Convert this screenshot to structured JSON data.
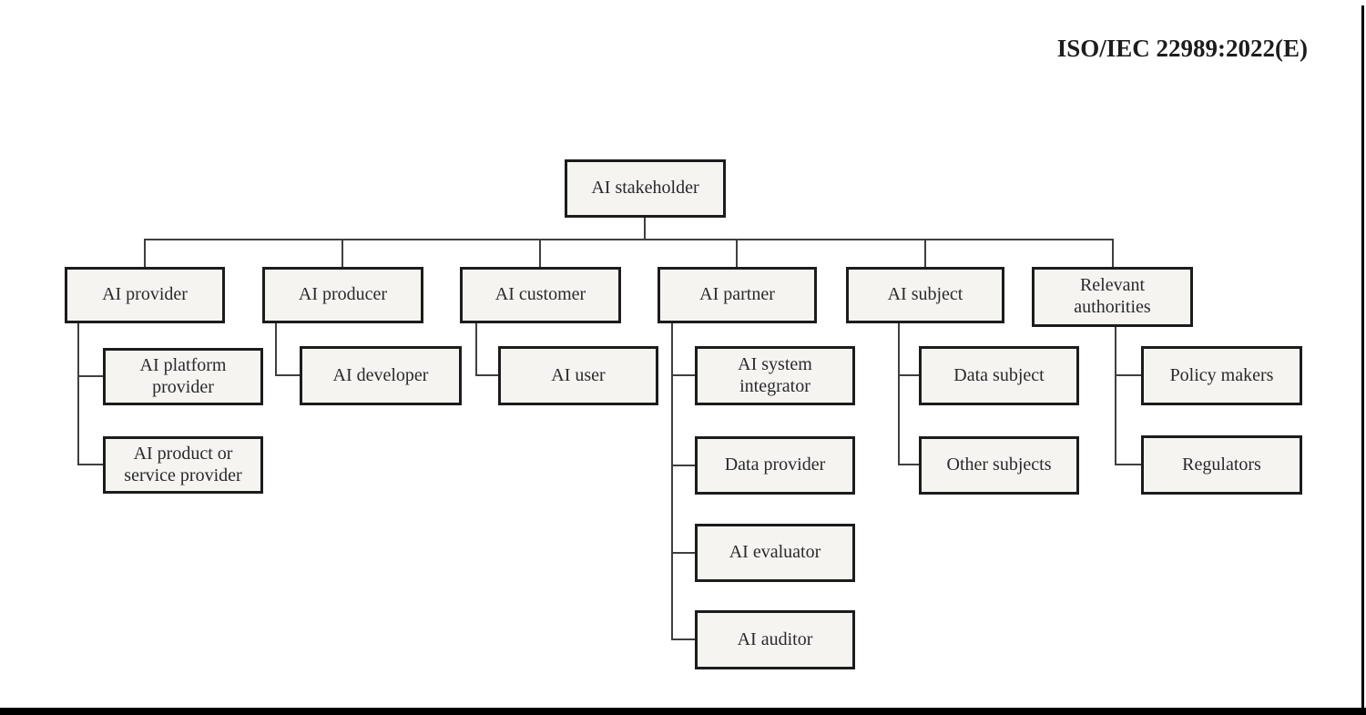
{
  "header": {
    "title": "ISO/IEC 22989:2022(E)"
  },
  "diagram": {
    "root": {
      "label": "AI stakeholder"
    },
    "branches": [
      {
        "label": "AI provider",
        "children": [
          "AI platform provider",
          "AI product or service provider"
        ]
      },
      {
        "label": "AI producer",
        "children": [
          "AI developer"
        ]
      },
      {
        "label": "AI customer",
        "children": [
          "AI user"
        ]
      },
      {
        "label": "AI partner",
        "children": [
          "AI system integrator",
          "Data provider",
          "AI evaluator",
          "AI auditor"
        ]
      },
      {
        "label": "AI subject",
        "children": [
          "Data subject",
          "Other subjects"
        ]
      },
      {
        "label": "Relevant authorities",
        "children": [
          "Policy makers",
          "Regulators"
        ]
      }
    ]
  },
  "colors": {
    "box_fill": "#f5f4f1",
    "box_border": "#1c1c1c",
    "connector": "#3f3f3f",
    "page_frame": "#000000",
    "text": "#2a2a2a"
  }
}
